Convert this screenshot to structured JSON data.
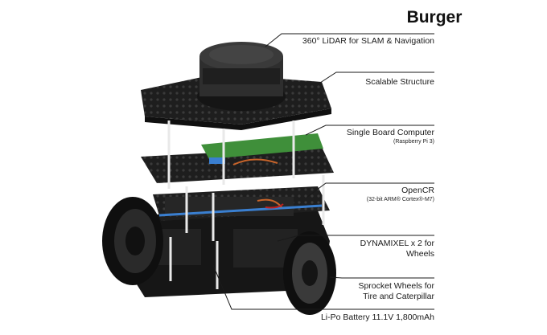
{
  "title": "Burger",
  "labels": {
    "lidar": "360° LiDAR for SLAM & Navigation",
    "structure": "Scalable Structure",
    "sbc": "Single Board Computer",
    "sbc_sub": "(Raspberry Pi 3)",
    "opencr": "OpenCR",
    "opencr_sub": "(32-bit ARM® Cortex®-M7)",
    "dynamixel_1": "DYNAMIXEL x 2  for",
    "dynamixel_2": "Wheels",
    "wheels_1": "Sprocket Wheels for",
    "wheels_2": "Tire and Caterpillar",
    "battery": "Li-Po Battery 11.1V 1,800mAh"
  },
  "colors": {
    "body": "#1a1a1a",
    "plate": "#202020",
    "board_green": "#3f8f3a",
    "accent_blue": "#3a7fd0",
    "wire_orange": "#c8642a",
    "leader": "#1a1a1a"
  }
}
